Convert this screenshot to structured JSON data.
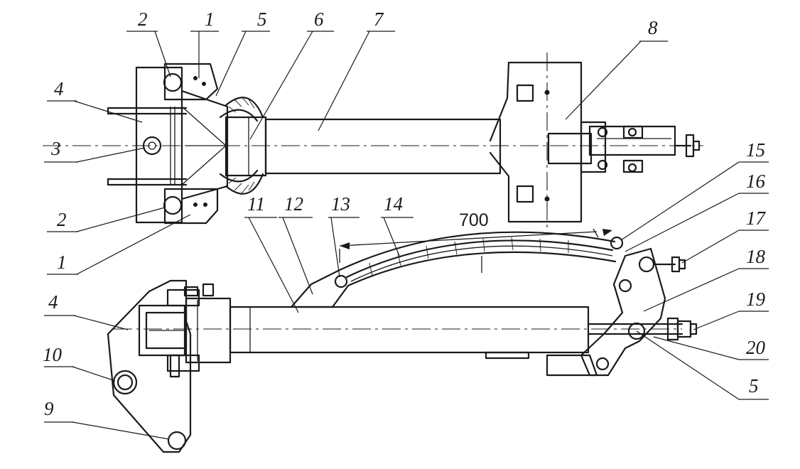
{
  "diagram": {
    "dimension": "700",
    "labels": {
      "l_2a": "2",
      "l_1a": "1",
      "l_5a": "5",
      "l_6": "6",
      "l_7": "7",
      "l_8": "8",
      "l_4a": "4",
      "l_3": "3",
      "l_2b": "2",
      "l_1b": "1",
      "l_11": "11",
      "l_12": "12",
      "l_13": "13",
      "l_14": "14",
      "l_15": "15",
      "l_16": "16",
      "l_17": "17",
      "l_18": "18",
      "l_19": "19",
      "l_20": "20",
      "l_5b": "5",
      "l_4b": "4",
      "l_10": "10",
      "l_9": "9"
    }
  }
}
